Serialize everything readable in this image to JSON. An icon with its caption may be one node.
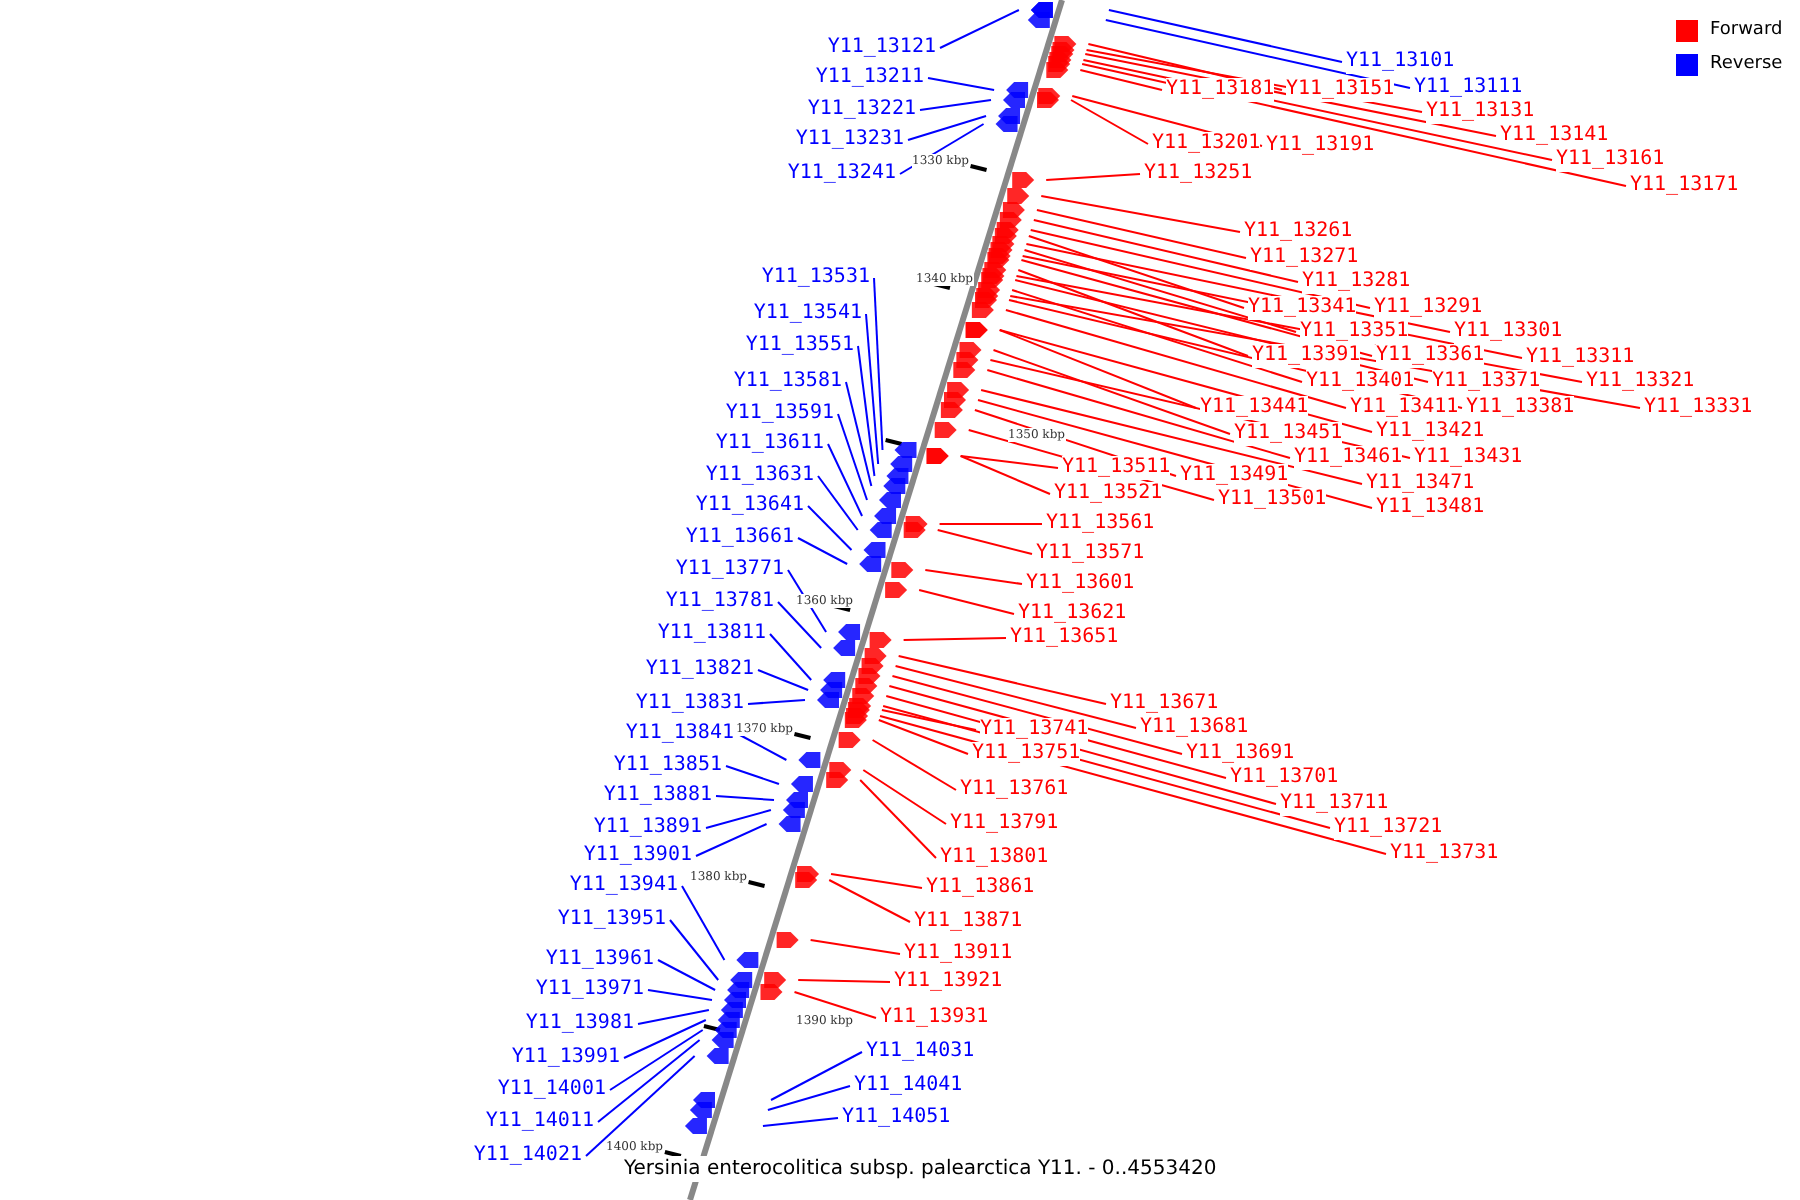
{
  "diagram": {
    "caption": "Yersinia enterocolitica subsp. palearctica Y11. - 0..4553420",
    "nodes": [
      {
        "text": [
          "Y11_13121"
        ]
      },
      {
        "text": [
          "Y11_13101"
        ]
      },
      {
        "text": [
          "Y11_13211"
        ]
      },
      {
        "text": [
          "Y11_13111"
        ]
      },
      {
        "text": [
          "Y11_13181"
        ]
      },
      {
        "text": [
          "Y11_13151"
        ]
      },
      {
        "text": [
          "Y11_13221"
        ]
      },
      {
        "text": [
          "Y11_13131"
        ]
      },
      {
        "text": [
          "Y11_13141"
        ]
      },
      {
        "text": [
          "Y11_13231"
        ]
      },
      {
        "text": [
          "Y11_13201"
        ]
      },
      {
        "text": [
          "Y11_13191"
        ]
      },
      {
        "text": [
          "Y11_13161"
        ]
      },
      {
        "text": [
          "Y11_13241"
        ]
      },
      {
        "text": [
          "Y11_13251"
        ]
      },
      {
        "text": [
          "Y11_13171"
        ]
      },
      {
        "text": [
          "Y11_13261"
        ]
      },
      {
        "text": [
          "Y11_13271"
        ]
      },
      {
        "text": [
          "Y11_13531"
        ]
      },
      {
        "text": [
          "Y11_13281"
        ]
      },
      {
        "text": [
          "Y11_13341"
        ]
      },
      {
        "text": [
          "Y11_13291"
        ]
      },
      {
        "text": [
          "Y11_13541"
        ]
      },
      {
        "text": [
          "Y11_13351"
        ]
      },
      {
        "text": [
          "Y11_13301"
        ]
      },
      {
        "text": [
          "Y11_13551"
        ]
      },
      {
        "text": [
          "Y11_13391"
        ]
      },
      {
        "text": [
          "Y11_13361"
        ]
      },
      {
        "text": [
          "Y11_13311"
        ]
      },
      {
        "text": [
          "Y11_13581"
        ]
      },
      {
        "text": [
          "Y11_13401"
        ]
      },
      {
        "text": [
          "Y11_13371"
        ]
      },
      {
        "text": [
          "Y11_13321"
        ]
      },
      {
        "text": [
          "Y11_13441"
        ]
      },
      {
        "text": [
          "Y11_13411"
        ]
      },
      {
        "text": [
          "Y11_13381"
        ]
      },
      {
        "text": [
          "Y11_13331"
        ]
      },
      {
        "text": [
          "Y11_13591"
        ]
      },
      {
        "text": [
          "Y11_13451"
        ]
      },
      {
        "text": [
          "Y11_13421"
        ]
      },
      {
        "text": [
          "Y11_13611"
        ]
      },
      {
        "text": [
          "Y11_13461"
        ]
      },
      {
        "text": [
          "Y11_13431"
        ]
      },
      {
        "text": [
          "Y11_13511"
        ]
      },
      {
        "text": [
          "Y11_13491"
        ]
      },
      {
        "text": [
          "Y11_13631"
        ]
      },
      {
        "text": [
          "Y11_13471"
        ]
      },
      {
        "text": [
          "Y11_13521"
        ]
      },
      {
        "text": [
          "Y11_13501"
        ]
      },
      {
        "text": [
          "Y11_13641"
        ]
      },
      {
        "text": [
          "Y11_13481"
        ]
      },
      {
        "text": [
          "Y11_13561"
        ]
      },
      {
        "text": [
          "Y11_13661"
        ]
      },
      {
        "text": [
          "Y11_13571"
        ]
      },
      {
        "text": [
          "Y11_13771"
        ]
      },
      {
        "text": [
          "Y11_13601"
        ]
      },
      {
        "text": [
          "Y11_13781"
        ]
      },
      {
        "text": [
          "Y11_13621"
        ]
      },
      {
        "text": [
          "Y11_13811"
        ]
      },
      {
        "text": [
          "Y11_13651"
        ]
      },
      {
        "text": [
          "Y11_13821"
        ]
      },
      {
        "text": [
          "Y11_13671"
        ]
      },
      {
        "text": [
          "Y11_13831"
        ]
      },
      {
        "text": [
          "Y11_13681"
        ]
      },
      {
        "text": [
          "Y11_13741"
        ]
      },
      {
        "text": [
          "Y11_13841"
        ]
      },
      {
        "text": [
          "Y11_13691"
        ]
      },
      {
        "text": [
          "Y11_13751"
        ]
      },
      {
        "text": [
          "Y11_13851"
        ]
      },
      {
        "text": [
          "Y11_13701"
        ]
      },
      {
        "text": [
          "Y11_13761"
        ]
      },
      {
        "text": [
          "Y11_13881"
        ]
      },
      {
        "text": [
          "Y11_13711"
        ]
      },
      {
        "text": [
          "Y11_13791"
        ]
      },
      {
        "text": [
          "Y11_13891"
        ]
      },
      {
        "text": [
          "Y11_13721"
        ]
      },
      {
        "text": [
          "Y11_13731"
        ]
      },
      {
        "text": [
          "Y11_13901"
        ]
      },
      {
        "text": [
          "Y11_13801"
        ]
      },
      {
        "text": [
          "Y11_13941"
        ]
      },
      {
        "text": [
          "Y11_13861"
        ]
      },
      {
        "text": [
          "Y11_13951"
        ]
      },
      {
        "text": [
          "Y11_13871"
        ]
      },
      {
        "text": [
          "Y11_13911"
        ]
      },
      {
        "text": [
          "Y11_13961"
        ]
      },
      {
        "text": [
          "Y11_13921"
        ]
      },
      {
        "text": [
          "Y11_13971"
        ]
      },
      {
        "text": [
          "Y11_13931"
        ]
      },
      {
        "text": [
          "Y11_13981"
        ]
      },
      {
        "text": [
          "Y11_14031"
        ]
      },
      {
        "text": [
          "Y11_13991"
        ]
      },
      {
        "text": [
          "Y11_14041"
        ]
      },
      {
        "text": [
          "Y11_14001"
        ]
      },
      {
        "text": [
          "Y11_14051"
        ]
      },
      {
        "text": [
          "Y11_14011"
        ]
      },
      {
        "text": [
          "Y11_14021"
        ]
      }
    ],
    "edges": [
      {
        "from": 0,
        "to": null,
        "arrow": "none",
        "color": "#0000ff"
      },
      {
        "from": 1,
        "to": null,
        "arrow": "none",
        "color": "#0000ff"
      },
      {
        "from": 2,
        "to": null,
        "arrow": "none",
        "color": "#0000ff"
      },
      {
        "from": 3,
        "to": null,
        "arrow": "none",
        "color": "#0000ff"
      },
      {
        "from": 4,
        "to": null,
        "arrow": "none"
      },
      {
        "from": 5,
        "to": null,
        "arrow": "none"
      },
      {
        "from": 6,
        "to": null,
        "arrow": "none",
        "color": "#0000ff"
      },
      {
        "from": 7,
        "to": null,
        "arrow": "none"
      },
      {
        "from": 8,
        "to": null,
        "arrow": "none"
      },
      {
        "from": 9,
        "to": null,
        "arrow": "none",
        "color": "#0000ff"
      },
      {
        "from": 10,
        "to": null,
        "arrow": "none"
      },
      {
        "from": 11,
        "to": null,
        "arrow": "none"
      },
      {
        "from": 12,
        "to": null,
        "arrow": "none"
      },
      {
        "from": 13,
        "to": null,
        "arrow": "none",
        "color": "#0000ff"
      },
      {
        "from": 14,
        "to": null,
        "arrow": "none"
      },
      {
        "from": 15,
        "to": null,
        "arrow": "none"
      },
      {
        "from": 16,
        "to": null,
        "arrow": "none"
      },
      {
        "from": 17,
        "to": null,
        "arrow": "none"
      },
      {
        "from": 18,
        "to": null,
        "arrow": "none",
        "color": "#0000ff"
      },
      {
        "from": 19,
        "to": null,
        "arrow": "none"
      },
      {
        "from": 20,
        "to": null,
        "arrow": "none"
      },
      {
        "from": 21,
        "to": null,
        "arrow": "none"
      },
      {
        "from": 22,
        "to": null,
        "arrow": "none",
        "color": "#0000ff"
      },
      {
        "from": 23,
        "to": null,
        "arrow": "none"
      },
      {
        "from": 24,
        "to": null,
        "arrow": "none"
      },
      {
        "from": 25,
        "to": null,
        "arrow": "none",
        "color": "#0000ff"
      },
      {
        "from": 26,
        "to": null,
        "arrow": "none"
      },
      {
        "from": 27,
        "to": null,
        "arrow": "none"
      },
      {
        "from": 28,
        "to": null,
        "arrow": "none"
      },
      {
        "from": 29,
        "to": null,
        "arrow": "none",
        "color": "#0000ff"
      },
      {
        "from": 30,
        "to": null,
        "arrow": "none"
      },
      {
        "from": 31,
        "to": null,
        "arrow": "none"
      },
      {
        "from": 32,
        "to": null,
        "arrow": "none"
      },
      {
        "from": 33,
        "to": null,
        "arrow": "none"
      },
      {
        "from": 34,
        "to": null,
        "arrow": "none"
      },
      {
        "from": 35,
        "to": null,
        "arrow": "none"
      },
      {
        "from": 36,
        "to": null,
        "arrow": "none"
      },
      {
        "from": 37,
        "to": null,
        "arrow": "none",
        "color": "#0000ff"
      },
      {
        "from": 38,
        "to": null,
        "arrow": "none"
      },
      {
        "from": 39,
        "to": null,
        "arrow": "none"
      },
      {
        "from": 40,
        "to": null,
        "arrow": "none",
        "color": "#0000ff"
      },
      {
        "from": 41,
        "to": null,
        "arrow": "none"
      },
      {
        "from": 42,
        "to": null,
        "arrow": "none"
      },
      {
        "from": 43,
        "to": null,
        "arrow": "none"
      },
      {
        "from": 44,
        "to": null,
        "arrow": "none"
      },
      {
        "from": 45,
        "to": null,
        "arrow": "none",
        "color": "#0000ff"
      },
      {
        "from": 46,
        "to": null,
        "arrow": "none"
      },
      {
        "from": 47,
        "to": null,
        "arrow": "none"
      },
      {
        "from": 48,
        "to": null,
        "arrow": "none"
      },
      {
        "from": 49,
        "to": null,
        "arrow": "none",
        "color": "#0000ff"
      },
      {
        "from": 50,
        "to": null,
        "arrow": "none"
      },
      {
        "from": 51,
        "to": null,
        "arrow": "none"
      },
      {
        "from": 52,
        "to": null,
        "arrow": "none",
        "color": "#0000ff"
      },
      {
        "from": 53,
        "to": null,
        "arrow": "none"
      },
      {
        "from": 54,
        "to": null,
        "arrow": "none",
        "color": "#0000ff"
      },
      {
        "from": 55,
        "to": null,
        "arrow": "none"
      },
      {
        "from": 56,
        "to": null,
        "arrow": "none",
        "color": "#0000ff"
      },
      {
        "from": 57,
        "to": null,
        "arrow": "none"
      },
      {
        "from": 58,
        "to": null,
        "arrow": "none",
        "color": "#0000ff"
      },
      {
        "from": 59,
        "to": null,
        "arrow": "none"
      },
      {
        "from": 60,
        "to": null,
        "arrow": "none",
        "color": "#0000ff"
      },
      {
        "from": 61,
        "to": null,
        "arrow": "none"
      },
      {
        "from": 62,
        "to": null,
        "arrow": "none",
        "color": "#0000ff"
      },
      {
        "from": 63,
        "to": null,
        "arrow": "none"
      },
      {
        "from": 64,
        "to": null,
        "arrow": "none"
      },
      {
        "from": 65,
        "to": null,
        "arrow": "none",
        "color": "#0000ff"
      },
      {
        "from": 66,
        "to": null,
        "arrow": "none"
      },
      {
        "from": 67,
        "to": null,
        "arrow": "none"
      },
      {
        "from": 68,
        "to": null,
        "arrow": "none",
        "color": "#0000ff"
      },
      {
        "from": 69,
        "to": null,
        "arrow": "none"
      },
      {
        "from": 70,
        "to": null,
        "arrow": "none"
      },
      {
        "from": 71,
        "to": null,
        "arrow": "none",
        "color": "#0000ff"
      },
      {
        "from": 72,
        "to": null,
        "arrow": "none"
      },
      {
        "from": 73,
        "to": null,
        "arrow": "none"
      },
      {
        "from": 74,
        "to": null,
        "arrow": "none",
        "color": "#0000ff"
      },
      {
        "from": 75,
        "to": null,
        "arrow": "none"
      },
      {
        "from": 76,
        "to": null,
        "arrow": "none"
      },
      {
        "from": 77,
        "to": null,
        "arrow": "none",
        "color": "#0000ff"
      },
      {
        "from": 78,
        "to": null,
        "arrow": "none"
      },
      {
        "from": 79,
        "to": null,
        "arrow": "none",
        "color": "#0000ff"
      },
      {
        "from": 80,
        "to": null,
        "arrow": "none"
      },
      {
        "from": 81,
        "to": null,
        "arrow": "none",
        "color": "#0000ff"
      },
      {
        "from": 82,
        "to": null,
        "arrow": "none"
      },
      {
        "from": 83,
        "to": null,
        "arrow": "none"
      },
      {
        "from": 84,
        "to": null,
        "arrow": "none",
        "color": "#0000ff"
      },
      {
        "from": 85,
        "to": null,
        "arrow": "none"
      },
      {
        "from": 86,
        "to": null,
        "arrow": "none",
        "color": "#0000ff"
      },
      {
        "from": 87,
        "to": null,
        "arrow": "none"
      },
      {
        "from": 88,
        "to": null,
        "arrow": "none",
        "color": "#0000ff"
      },
      {
        "from": 89,
        "to": null,
        "arrow": "none",
        "color": "#0000ff"
      },
      {
        "from": 90,
        "to": null,
        "arrow": "none",
        "color": "#0000ff"
      },
      {
        "from": 91,
        "to": null,
        "arrow": "none",
        "color": "#0000ff"
      },
      {
        "from": 92,
        "to": null,
        "arrow": "none",
        "color": "#0000ff"
      },
      {
        "from": 93,
        "to": null,
        "arrow": "none",
        "color": "#0000ff"
      },
      {
        "from": 94,
        "to": null,
        "arrow": "none",
        "color": "#0000ff"
      },
      {
        "from": 95,
        "to": null,
        "arrow": "none",
        "color": "#0000ff"
      }
    ],
    "labels": [
      "1330 kbp",
      "1340 kbp",
      "1350 kbp",
      "1360 kbp",
      "1370 kbp",
      "1380 kbp",
      "1390 kbp",
      "1400 kbp"
    ],
    "legend": [
      {
        "text": "Forward",
        "color": "#ff0000"
      },
      {
        "text": "Reverse",
        "color": "#0000ff"
      }
    ]
  }
}
